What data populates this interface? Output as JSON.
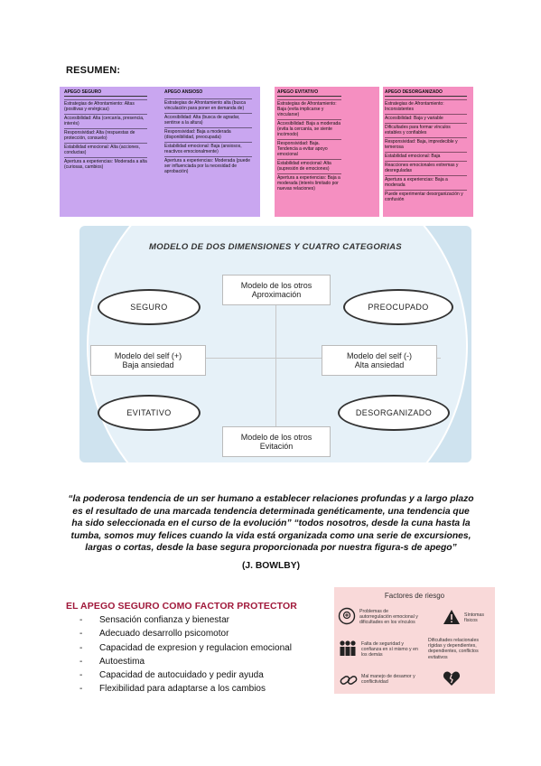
{
  "heading": "RESUMEN:",
  "summary": {
    "seguro": {
      "title": "APEGO SEGURO",
      "items": [
        "Estrategias de Afrontamiento: Altas (positivas y enérgicas)",
        "Accesibilidad: Alta (cercanía, presencia, interés)",
        "Responsividad: Alta (respuestas de protección, consuelo)",
        "Estabilidad emocional: Alta (acciones, conductas)",
        "Apertura a experiencias: Moderada a alta (curiosas, cambios)"
      ]
    },
    "ansioso": {
      "title": "APEGO ANSIOSO",
      "items": [
        "Estrategias de Afrontamiento alta (busca vinculación para poner en demanda de)",
        "Accesibilidad: Alta (busca de agradar, sentirse a la altura)",
        "Responsividad: Baja a moderada (disponibilidad, preocupada)",
        "Estabilidad emocional: Baja (ansiosos, reactivos emocionalmente)",
        "Apertura a experiencias: Moderada (puede ser influenciada por la necesidad de aprobación)"
      ]
    },
    "evitativo": {
      "title": "APEGO EVITATIVO",
      "items": [
        "Estrategias de Afrontamiento: Baja (evita implicarse y vincularse)",
        "Accesibilidad: Baja a moderada (evita la cercanía, se siente incómodo)",
        "Responsividad: Baja. Tendencia a evitar apoyo emocional",
        "Estabilidad emocional: Alta (supresión de emociones)",
        "Apertura a experiencias: Baja a moderada (interés limitado por nuevas relaciones)"
      ]
    },
    "desorganizado": {
      "title": "APEGO DESORGANIZADO",
      "items": [
        "Estrategias de Afrontamiento: Inconsistentes",
        "Accesibilidad: Baja y variable",
        "Dificultades para formar vínculos estables y confiables",
        "Responsividad: Baja, impredecible y temerosa",
        "Estabilidad emocional: Baja",
        "Reacciones emocionales extremas y desreguladas",
        "Apertura a experiencias: Baja a moderada",
        "Puede experimentar desorganización y confusión"
      ]
    }
  },
  "diagram": {
    "title": "MODELO DE DOS DIMENSIONES Y CUATRO CATEGORIAS",
    "top_box": [
      "Modelo de los otros",
      "Aproximación"
    ],
    "bottom_box": [
      "Modelo de los otros",
      "Evitación"
    ],
    "left_box": [
      "Modelo del self (+)",
      "Baja ansiedad"
    ],
    "right_box": [
      "Modelo del self (-)",
      "Alta ansiedad"
    ],
    "seguro": "SEGURO",
    "preocupado": "PREOCUPADO",
    "evitativo": "EVITATIVO",
    "desorganizado": "DESORGANIZADO"
  },
  "quote": {
    "text": "“la poderosa tendencia de un ser humano a establecer relaciones profundas y a largo plazo es el resultado de una marcada tendencia determinada genéticamente, una tendencia que ha sido seleccionada en el curso de la evolución” “todos nosotros, desde la cuna hasta la tumba, somos muy felices cuando la vida está organizada como una serie de excursiones, largas o cortas, desde la base segura proporcionada por nuestra figura-s de apego”",
    "author": "(J. BOWLBY)"
  },
  "protector": {
    "title": "EL APEGO SEGURO COMO FACTOR PROTECTOR",
    "bullet": "-",
    "items": [
      "Sensación confianza y bienestar",
      "Adecuado desarrollo psicomotor",
      "Capacidad de expresion y regulacion emocional",
      "Autoestima",
      "Capacidad de autocuidado y pedir ayuda",
      "Flexibilidad para adaptarse a los cambios"
    ]
  },
  "riesgo": {
    "title": "Factores de riesgo",
    "items": [
      "Problemas de autorregulación emocional y dificultades en los vínculos",
      "Síntomas físicos",
      "Falta de seguridad y confianza en sí mismo y en los demás",
      "Dificultades relacionales rígidas y dependientes, dependientes, conflictos evitativos",
      "Mal manejo de desamor y conflictividad"
    ]
  },
  "colors": {
    "purple": "#c9a6f0",
    "pink": "#f58fc1",
    "diagram_bg": "#cfe3ef",
    "protector_title": "#a0183a",
    "riesgo_bg": "#f9d9d9"
  }
}
